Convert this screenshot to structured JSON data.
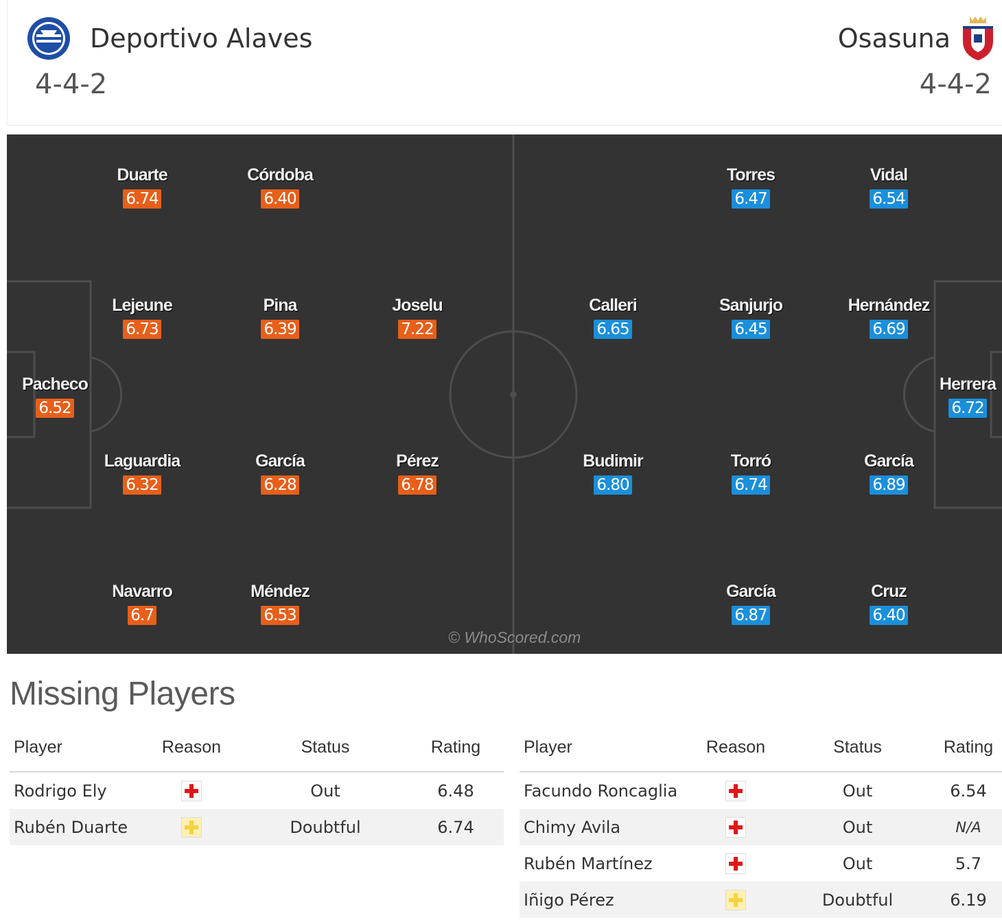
{
  "home": {
    "name": "Deportivo Alaves",
    "formation": "4-4-2",
    "crest_icon": "alaves-crest-icon",
    "color": "#e85f1a",
    "players": [
      {
        "name": "Duarte",
        "rating": "6.74"
      },
      {
        "name": "Córdoba",
        "rating": "6.40"
      },
      {
        "name": "Lejeune",
        "rating": "6.73"
      },
      {
        "name": "Pina",
        "rating": "6.39"
      },
      {
        "name": "Joselu",
        "rating": "7.22"
      },
      {
        "name": "Pacheco",
        "rating": "6.52"
      },
      {
        "name": "Laguardia",
        "rating": "6.32"
      },
      {
        "name": "García",
        "rating": "6.28"
      },
      {
        "name": "Pérez",
        "rating": "6.78"
      },
      {
        "name": "Navarro",
        "rating": "6.7"
      },
      {
        "name": "Méndez",
        "rating": "6.53"
      }
    ]
  },
  "away": {
    "name": "Osasuna",
    "formation": "4-4-2",
    "crest_icon": "osasuna-crest-icon",
    "color": "#1a8fdb",
    "players": [
      {
        "name": "Torres",
        "rating": "6.47"
      },
      {
        "name": "Vidal",
        "rating": "6.54"
      },
      {
        "name": "Calleri",
        "rating": "6.65"
      },
      {
        "name": "Sanjurjo",
        "rating": "6.45"
      },
      {
        "name": "Hernández",
        "rating": "6.69"
      },
      {
        "name": "Herrera",
        "rating": "6.72"
      },
      {
        "name": "Budimir",
        "rating": "6.80"
      },
      {
        "name": "Torró",
        "rating": "6.74"
      },
      {
        "name": "García",
        "rating": "6.89"
      },
      {
        "name": "García",
        "rating": "6.87"
      },
      {
        "name": "Cruz",
        "rating": "6.40"
      }
    ]
  },
  "watermark": "© WhoScored.com",
  "missing": {
    "title": "Missing Players",
    "columns": [
      "Player",
      "Reason",
      "Status",
      "Rating"
    ],
    "home": [
      {
        "player": "Rodrigo Ely",
        "reason_icon": "injury-icon",
        "status": "Out",
        "rating": "6.48"
      },
      {
        "player": "Rubén Duarte",
        "reason_icon": "doubtful-icon",
        "status": "Doubtful",
        "rating": "6.74"
      }
    ],
    "away": [
      {
        "player": "Facundo Roncaglia",
        "reason_icon": "injury-icon",
        "status": "Out",
        "rating": "6.54"
      },
      {
        "player": "Chimy Avila",
        "reason_icon": "injury-icon",
        "status": "Out",
        "rating": "N/A"
      },
      {
        "player": "Rubén Martínez",
        "reason_icon": "injury-icon",
        "status": "Out",
        "rating": "5.7"
      },
      {
        "player": "Iñigo Pérez",
        "reason_icon": "doubtful-icon",
        "status": "Doubtful",
        "rating": "6.19"
      }
    ]
  }
}
